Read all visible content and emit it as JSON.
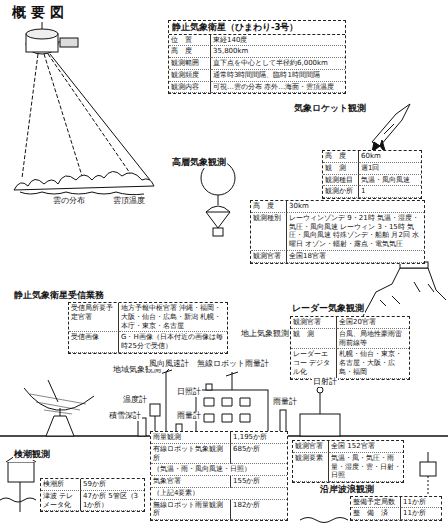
{
  "diagram": {
    "title": "概 要 図",
    "nodes": [
      {
        "text": [
          "静止気象衛星（ひまわり-3号）",
          "位　置",
          "東経140度",
          "高　度",
          "35,800km",
          "観測範囲",
          "直下点を中心として半径約6,000km",
          "観測頻度",
          "通常時3時間間隔、臨時1時間間隔",
          "観測内容",
          "可視…雲の分布 赤外…海面・雲頂温度"
        ]
      },
      {
        "text": [
          "気象ロケット観測",
          "高　度",
          "60km",
          "観　測",
          "週1回",
          "観測種目",
          "気温・風向風速",
          "観測か所",
          "1"
        ]
      },
      {
        "text": [
          "高層気象観測",
          "高　度",
          "30km",
          "観測種別",
          "レーウィンゾンデ 9・21時 気温・湿度・気圧・風向風速 レーウィン 3・15時 気圧・風向風速 特殊ゾンデ・船舶 月2回 水曜日 オゾン・輻射・露点・電気気圧",
          "観測官署",
          "全国18官署"
        ]
      },
      {
        "text": [
          "静止気象衛星受信業務",
          "受信局所要予定官署",
          "地方予報中枢官署 沖縄・福岡・大阪・仙台・広島・新潟 札幌・本庁・東京・名古屋",
          "受信画像",
          "G・H画像（日本付近の画像は毎時25分で受信）"
        ]
      },
      {
        "text": [
          "レーダー気象観測",
          "観測官署",
          "全国20官署",
          "観　測",
          "台風、局地性豪雨雷雨前線等",
          "レーダーエコー デジタル化",
          "札幌・仙台・東京・名古屋・大阪・広島・福岡"
        ]
      },
      {
        "text": [
          "雨量観測",
          "1,195か所",
          "有線ロボット気象観測所",
          "685か所",
          "（気温・雨・風向風速・日照）",
          "気象官署",
          "155か所",
          "（上記4要素）",
          "無線ロボット雨量観測所",
          "182か所"
        ]
      },
      {
        "text": [
          "観測官署",
          "全国 152官署",
          "観測要素",
          "気温・風・気圧・雨量・湿度・雲・日射・日照"
        ]
      },
      {
        "text": [
          "検潮観測",
          "検潮所",
          "59か所",
          "津波 テレメータ化",
          "47か所 5管区（31か所）"
        ]
      },
      {
        "text": [
          "沿岸波浪観測",
          "整備予定局数",
          "11か所",
          "整　備　済",
          "11か所"
        ]
      }
    ],
    "labels": [
      "雲の分布",
      "雲頂温度",
      "地域気象観測",
      "地上気象観測",
      "風向風速計",
      "無線ロボット雨量計",
      "温度計",
      "日照計",
      "積雪深計",
      "雨量計",
      "雨量計",
      "日射計"
    ]
  }
}
